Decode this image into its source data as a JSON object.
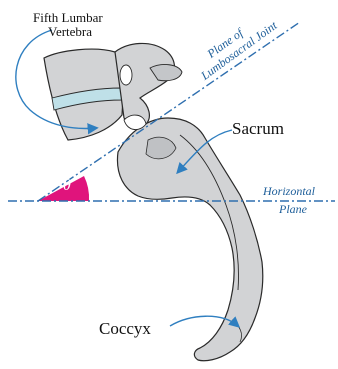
{
  "labels": {
    "fifth_lumbar_line1": "Fifth Lumbar",
    "fifth_lumbar_line2": "Vertebra",
    "plane_joint_line1": "Plane of",
    "plane_joint_line2": "Lumbosacral Joint",
    "sacrum": "Sacrum",
    "horizontal_line1": "Horizontal",
    "horizontal_line2": "Plane",
    "coccyx": "Coccyx",
    "angle_symbol": "θ"
  },
  "colors": {
    "bone_fill": "#d2d3d5",
    "bone_outline": "#2a2a2a",
    "disc_fill": "#bfe0e8",
    "plane_line": "#2f6faf",
    "arrow": "#2f7fc0",
    "angle_wedge": "#e0147c"
  }
}
